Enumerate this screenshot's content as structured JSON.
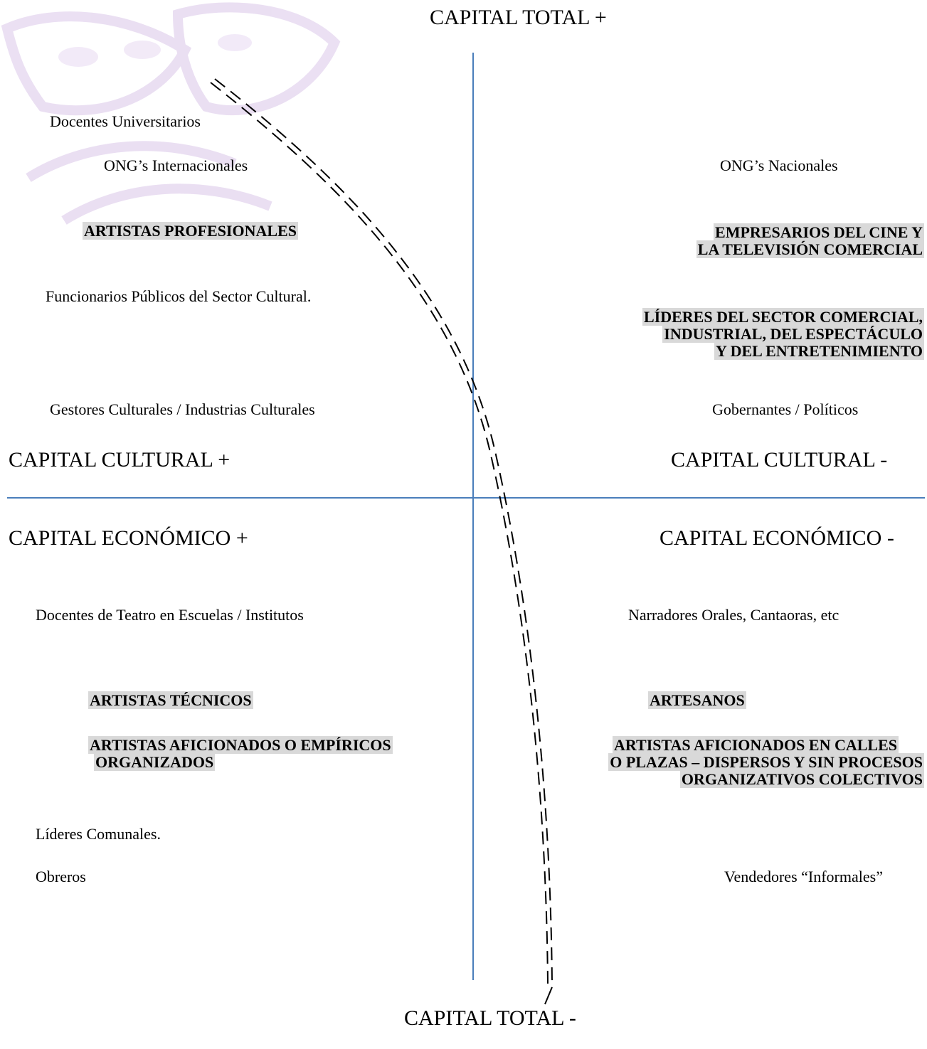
{
  "axes": {
    "top": "CAPITAL TOTAL +",
    "bottom": "CAPITAL TOTAL -",
    "left_upper": "CAPITAL CULTURAL +",
    "right_upper": "CAPITAL CULTURAL -",
    "left_lower": "CAPITAL ECONÓMICO +",
    "right_lower": "CAPITAL ECONÓMICO -"
  },
  "upper_left": {
    "docentes_universitarios": "Docentes Universitarios",
    "ong_internacionales": "ONG’s Internacionales",
    "artistas_profesionales": "ARTISTAS PROFESIONALES",
    "funcionarios": "Funcionarios Públicos del Sector Cultural.",
    "gestores": "Gestores Culturales / Industrias Culturales"
  },
  "upper_right": {
    "ong_nacionales": "ONG’s Nacionales",
    "empresarios": [
      "EMPRESARIOS DEL CINE Y",
      "LA TELEVISIÓN COMERCIAL"
    ],
    "lideres": [
      "LÍDERES DEL SECTOR COMERCIAL,",
      "INDUSTRIAL, DEL ESPECTÁCULO",
      "Y DEL ENTRETENIMIENTO"
    ],
    "gobernantes": "Gobernantes / Políticos"
  },
  "lower_left": {
    "docentes_teatro": "Docentes de Teatro en Escuelas / Institutos",
    "artistas_tecnicos": "ARTISTAS TÉCNICOS",
    "artistas_aficionados": [
      "ARTISTAS AFICIONADOS O EMPÍRICOS",
      "ORGANIZADOS"
    ],
    "lideres_comunales": "Líderes Comunales.",
    "obreros": "Obreros"
  },
  "lower_right": {
    "narradores": "Narradores Orales, Cantaoras, etc",
    "artesanos": "ARTESANOS",
    "artistas_calles": [
      "ARTISTAS AFICIONADOS EN CALLES",
      "O PLAZAS – DISPERSOS Y SIN PROCESOS",
      "ORGANIZATIVOS COLECTIVOS"
    ],
    "vendedores": "Vendedores “Informales”"
  },
  "colors": {
    "axis": "#4a7ebb",
    "highlight": "#d9d9d9",
    "watermark": "#e4d4ef"
  }
}
